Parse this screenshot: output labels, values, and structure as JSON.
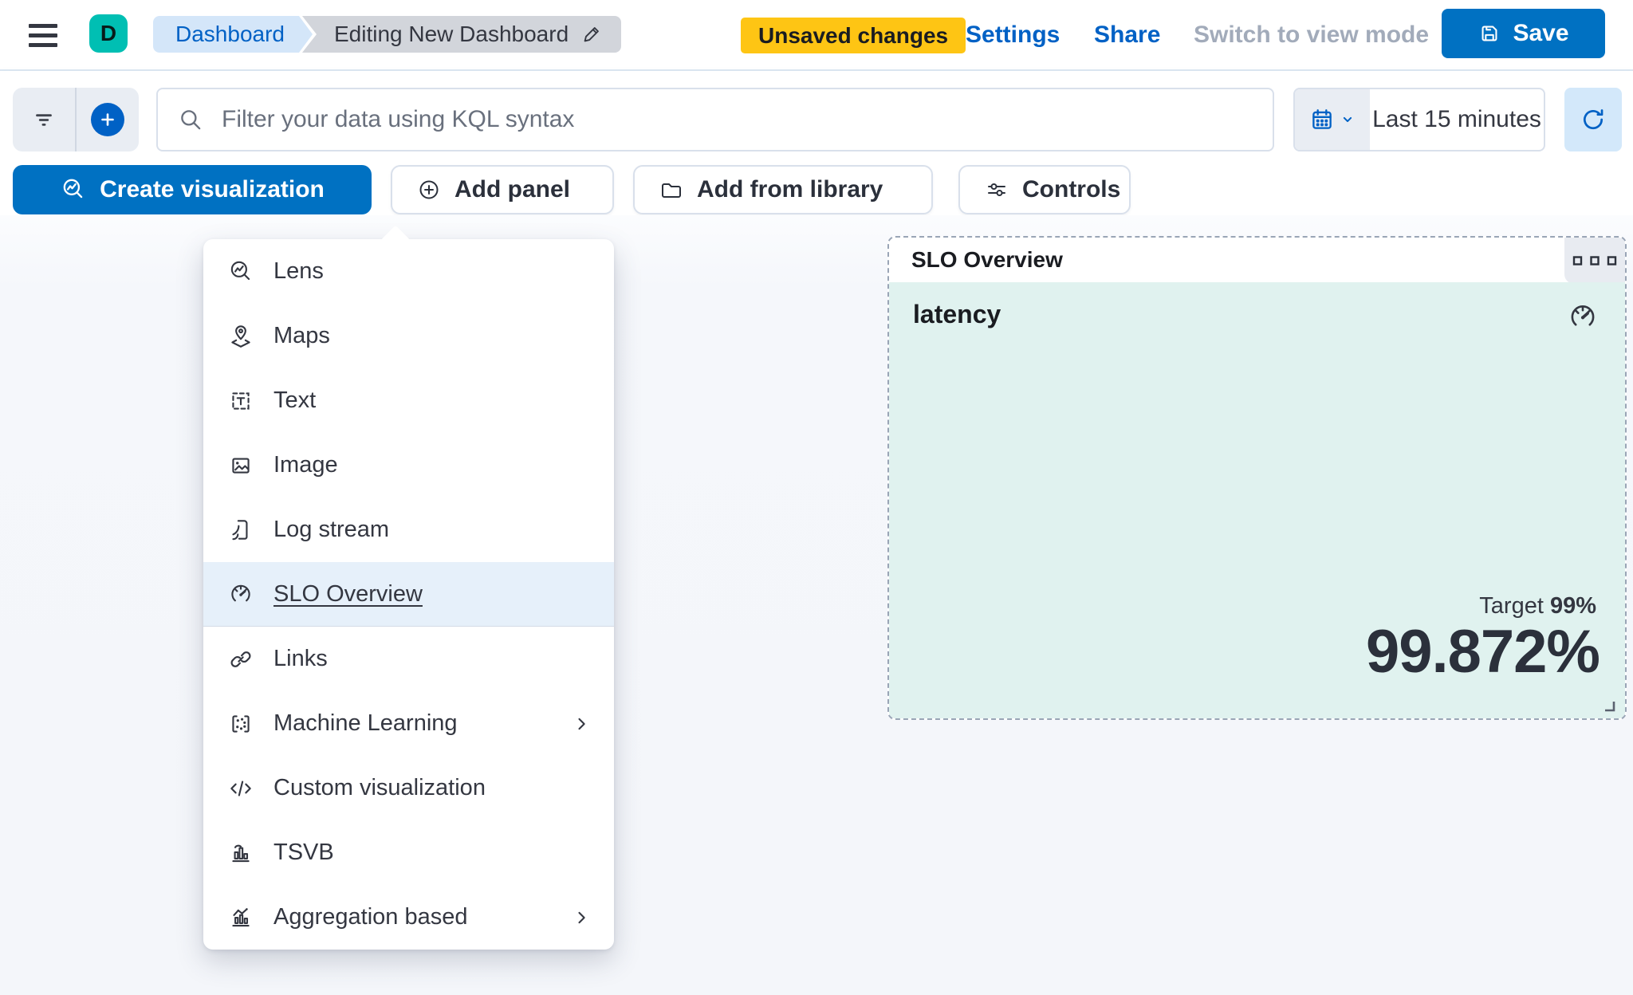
{
  "header": {
    "avatar_letter": "D",
    "breadcrumb": {
      "root": "Dashboard",
      "current": "Editing New Dashboard"
    },
    "unsaved_badge": "Unsaved changes",
    "settings_label": "Settings",
    "share_label": "Share",
    "view_mode_label": "Switch to view mode",
    "save_label": "Save"
  },
  "filter_bar": {
    "search_placeholder": "Filter your data using KQL syntax",
    "time_range": "Last 15 minutes"
  },
  "toolbar": {
    "create_visualization_label": "Create visualization",
    "add_panel_label": "Add panel",
    "add_from_library_label": "Add from library",
    "controls_label": "Controls"
  },
  "add_panel_menu": {
    "items": [
      {
        "label": "Lens",
        "icon": "lens-icon",
        "selected": false,
        "has_submenu": false
      },
      {
        "label": "Maps",
        "icon": "maps-icon",
        "selected": false,
        "has_submenu": false
      },
      {
        "label": "Text",
        "icon": "text-icon",
        "selected": false,
        "has_submenu": false
      },
      {
        "label": "Image",
        "icon": "image-icon",
        "selected": false,
        "has_submenu": false
      },
      {
        "label": "Log stream",
        "icon": "log-stream-icon",
        "selected": false,
        "has_submenu": false
      },
      {
        "label": "SLO Overview",
        "icon": "gauge-icon",
        "selected": true,
        "has_submenu": false
      },
      {
        "label": "Links",
        "icon": "link-icon",
        "selected": false,
        "has_submenu": false
      },
      {
        "label": "Machine Learning",
        "icon": "machine-learning-icon",
        "selected": false,
        "has_submenu": true
      },
      {
        "label": "Custom visualization",
        "icon": "code-icon",
        "selected": false,
        "has_submenu": false
      },
      {
        "label": "TSVB",
        "icon": "tsvb-icon",
        "selected": false,
        "has_submenu": false
      },
      {
        "label": "Aggregation based",
        "icon": "aggregation-icon",
        "selected": false,
        "has_submenu": true
      }
    ]
  },
  "slo_panel": {
    "title": "SLO Overview",
    "metric_name": "latency",
    "target_label": "Target",
    "target_value": "99%",
    "value": "99.872%"
  },
  "colors": {
    "primary_button": "#0071c2",
    "link": "#0061c5",
    "warning_badge": "#fec514",
    "avatar": "#00bfb3",
    "panel_tint": "#e0f2ef",
    "menu_highlight": "#e6f0fa",
    "dashed_border": "#9aa5b6"
  }
}
